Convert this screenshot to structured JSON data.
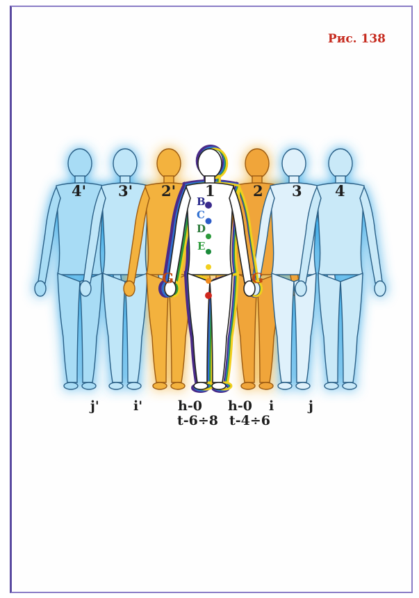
{
  "caption": "Рис. 138",
  "top_labels": [
    "4'",
    "3'",
    "2'",
    "1",
    "2",
    "3",
    "4"
  ],
  "bottom_labels": {
    "j_prime": "j'",
    "i_prime": "i'",
    "h_left": "h-0",
    "h_right": "h-0",
    "i": "i",
    "j": "j"
  },
  "formulas": {
    "left": "t-6÷8",
    "right": "t-4÷6"
  },
  "chakra_letters": [
    "B",
    "C",
    "D",
    "E"
  ],
  "g_letters": [
    "G",
    "G"
  ],
  "colors": {
    "aura_blue": "#39a9e6",
    "aura_gold": "#f2b134",
    "caption_red": "#c62a1e",
    "frame": "#5a4aa0"
  }
}
